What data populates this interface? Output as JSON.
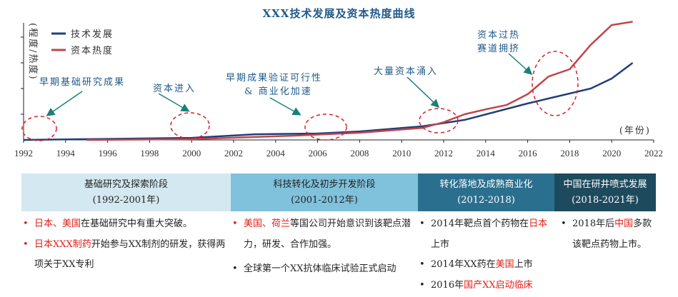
{
  "chart_data": {
    "type": "line",
    "title": "XXX技术发展及资本热度曲线",
    "xlabel": "(年份)",
    "ylabel": "(程度/热度)",
    "xlim": [
      1992,
      2022
    ],
    "ylim": [
      0,
      4.5
    ],
    "xticks": [
      "1992",
      "1994",
      "1996",
      "1998",
      "2000",
      "2002",
      "2004",
      "2006",
      "2008",
      "2010",
      "2012",
      "2014",
      "2016",
      "2018",
      "2020",
      "2022"
    ],
    "legend_position": "top-left",
    "series": [
      {
        "name": "技术发展",
        "color": "#1f3f7a",
        "x": [
          1992,
          1995,
          2000,
          2003,
          2006,
          2008,
          2011,
          2013,
          2016,
          2019,
          2020,
          2021
        ],
        "y": [
          0,
          0.03,
          0.08,
          0.22,
          0.25,
          0.33,
          0.53,
          0.78,
          1.42,
          2.0,
          2.39,
          3.0
        ]
      },
      {
        "name": "资本热度",
        "color": "#c0464a",
        "x": [
          1995,
          2000,
          2005,
          2008,
          2011,
          2012,
          2013,
          2014,
          2015,
          2016,
          2017,
          2018,
          2019,
          2020,
          2021
        ],
        "y": [
          0,
          0.03,
          0.17,
          0.28,
          0.47,
          0.69,
          1.0,
          1.19,
          1.36,
          1.78,
          2.47,
          2.75,
          3.7,
          4.47,
          4.6
        ]
      }
    ],
    "annotations": [
      {
        "text": "早期基础研究成果",
        "year": 1993
      },
      {
        "text": "资本进入",
        "year": 2000
      },
      {
        "text": "早期成果验证可行性",
        "text2": "& 商业化加速",
        "year": 2006
      },
      {
        "text": "大量资本涌入",
        "year": 2012
      },
      {
        "text": "资本过热",
        "text2": "赛道拥挤",
        "year": 2017
      }
    ]
  },
  "phases": [
    {
      "name": "基础研究及探索阶段",
      "period": "(1992-2001年)",
      "bg": "#d3e8f1",
      "fg": "#222"
    },
    {
      "name": "科技转化及初步开发阶段",
      "period": "(2001-2012年)",
      "bg": "#80c1dc",
      "fg": "#222"
    },
    {
      "name": "转化落地及成熟商业化",
      "period": "(2012-2018)",
      "bg": "#2b6f8e",
      "fg": "#fff"
    },
    {
      "name": "中国在研井喷式发展",
      "period": "(2018-2021年)",
      "bg": "#1e4a5d",
      "fg": "#fff"
    }
  ],
  "notes": {
    "c1": [
      {
        "hl": "日本、美国",
        "rest": "在基础研究中有重大突破。"
      },
      {
        "hl": "日本XXX制药",
        "rest": "开始参与XX制剂的研发，获得两项关于XX专利"
      }
    ],
    "c2": [
      {
        "hl": "美国、荷兰",
        "rest": "等国公司开始意识到该靶点潜力，研发、合作加强。"
      },
      {
        "hl": "",
        "rest": "全球第一个XX抗体临床试验正式启动"
      }
    ],
    "c3": [
      {
        "pre": "2014年靶点首个药物在",
        "hl": "日本",
        "rest": "上市"
      },
      {
        "pre": "2014年XX药在",
        "hl": "美国",
        "rest": "上市"
      },
      {
        "pre": "2016年",
        "hl": "国产XX启动临床",
        "rest": ""
      }
    ],
    "c4": [
      {
        "pre": "2018年后",
        "hl": "中国",
        "rest": "多款该靶点药物上市。"
      }
    ]
  }
}
